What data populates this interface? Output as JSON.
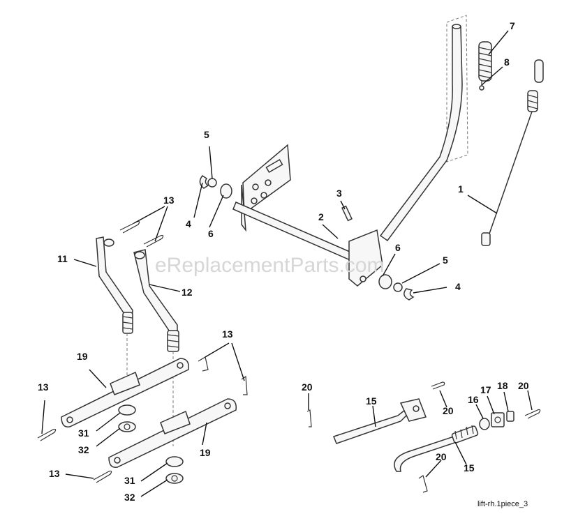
{
  "header_text": "",
  "watermark": "eReplacementParts.com",
  "caption": "lift-rh.1piece_3",
  "callouts": [
    "1",
    "2",
    "3",
    "4",
    "4",
    "5",
    "5",
    "6",
    "6",
    "7",
    "8",
    "11",
    "12",
    "13",
    "13",
    "13",
    "13",
    "15",
    "15",
    "16",
    "17",
    "18",
    "19",
    "19",
    "20",
    "20",
    "20",
    "20",
    "31",
    "31",
    "32",
    "32"
  ]
}
